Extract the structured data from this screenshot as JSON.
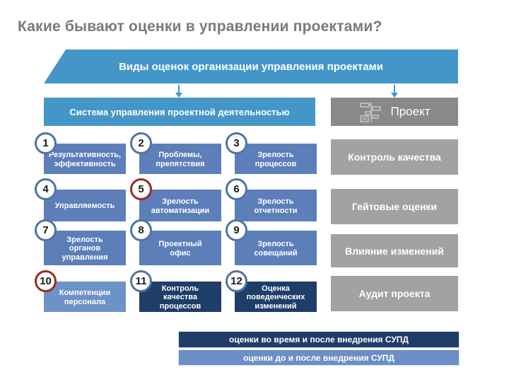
{
  "title": "Какие бывают оценки в управлении проектами?",
  "banner": {
    "label": "Виды оценок организации управления проектами"
  },
  "system_column": {
    "header": "Система управления проектной деятельностью"
  },
  "project_column": {
    "header": "Проект",
    "icon": "gantt-chart-icon",
    "items": [
      "Контроль качества",
      "Гейтовые оценки",
      "Влияние изменений",
      "Аудит проекта"
    ]
  },
  "grid": {
    "cells": [
      {
        "num": "1",
        "text": "Результативность,\nэффективность",
        "color": "medium-blue",
        "badge": "blue"
      },
      {
        "num": "2",
        "text": "Проблемы,\nпрепятствия",
        "color": "medium-blue",
        "badge": "blue"
      },
      {
        "num": "3",
        "text": "Зрелость\nпроцессов",
        "color": "medium-blue",
        "badge": "blue"
      },
      {
        "num": "4",
        "text": "Управляемость",
        "color": "medium-blue",
        "badge": "blue"
      },
      {
        "num": "5",
        "text": "Зрелость\nавтоматизации",
        "color": "medium-blue",
        "badge": "red"
      },
      {
        "num": "6",
        "text": "Зрелость\nотчетности",
        "color": "medium-blue",
        "badge": "blue"
      },
      {
        "num": "7",
        "text": "Зрелость\nорганов\nуправления",
        "color": "medium-blue",
        "badge": "blue"
      },
      {
        "num": "8",
        "text": "Проектный\nофис",
        "color": "medium-blue",
        "badge": "blue"
      },
      {
        "num": "9",
        "text": "Зрелость\nсовещаний",
        "color": "medium-blue",
        "badge": "blue"
      },
      {
        "num": "10",
        "text": "Компетенции\nперсонала",
        "color": "light-blue",
        "badge": "red"
      },
      {
        "num": "11",
        "text": "Контроль\nкачества\nпроцессов",
        "color": "dark-navy",
        "badge": "blue"
      },
      {
        "num": "12",
        "text": "Оценка\nповеденческих\nизменений",
        "color": "dark-navy",
        "badge": "blue"
      }
    ]
  },
  "legend": {
    "bars": [
      {
        "label": "оценки во время и после внедрения СУПД",
        "color": "dark-navy"
      },
      {
        "label": "оценки до и после внедрения СУПД",
        "color": "light-blue"
      }
    ]
  },
  "colors": {
    "accent_blue": "#4596c8",
    "medium_blue": "#5c7fba",
    "light_blue": "#6d92c7",
    "dark_navy": "#1f3d69",
    "gray_header": "#898989",
    "gray_item": "#a2a2a2",
    "badge_border_blue": "#4f74a6",
    "badge_border_red": "#9c2b21",
    "title_gray": "#7a7a7a"
  }
}
